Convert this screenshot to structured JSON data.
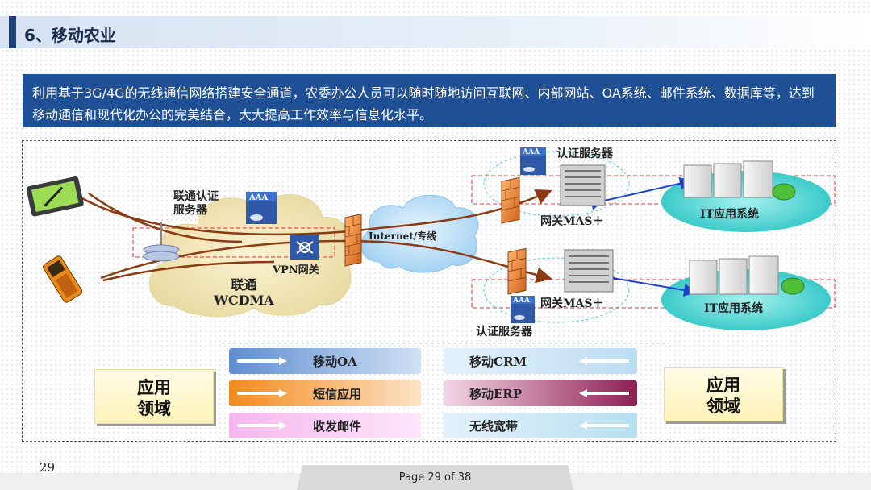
{
  "header": {
    "title": "6、移动农业"
  },
  "description": "利用基于3G/4G的无线通信网络搭建安全通道，农委办公人员可以随时随地访问互联网、内部网站、OA系统、邮件系统、数据库等，达到移动通信和现代化办公的完美结合，大大提高工作效率与信息化水平。",
  "diagram": {
    "unicom_auth": "联通认证\n服务器",
    "aaa": "AAA",
    "vpn_gateway": "VPN网关",
    "unicom_wcdma": "联通\nWCDMA",
    "internet": "Internet/专线",
    "auth_server_top": "认证服务器",
    "auth_server_bottom": "认证服务器",
    "gateway_top": "网关MAS＋",
    "gateway_bottom": "网关MAS＋",
    "it_system_top": "IT应用系统",
    "it_system_bottom": "IT应用系统"
  },
  "app_domain_left": "应用\n领域",
  "app_domain_right": "应用\n领域",
  "apps_left": [
    "移动OA",
    "短信应用",
    "收发邮件"
  ],
  "apps_right": [
    "移动CRM",
    "移动ERP",
    "无线宽带"
  ],
  "footer": {
    "page_number": "29",
    "page_label": "Page 29 of 38"
  },
  "colors": {
    "accent": "#1f4f94",
    "arrow_path": "#8b3a12"
  }
}
